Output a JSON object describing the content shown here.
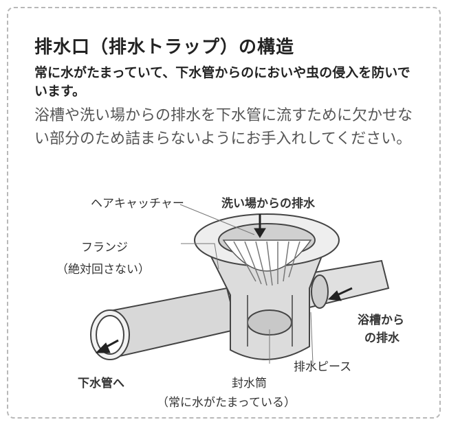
{
  "title": "排水口（排水トラップ）の構造",
  "lead": "常に水がたまっていて、下水管からのにおいや虫の侵入を防いでいます。",
  "body": "浴槽や洗い場からの排水を下水管に流すために欠かせない部分のため詰まらないようにお手入れしてください。",
  "diagram": {
    "labels": {
      "hair_catcher": "ヘアキャッチャー",
      "from_wash_area": "洗い場からの排水",
      "flange": "フランジ",
      "flange_note": "（絶対回さない）",
      "from_bathtub_1": "浴槽から",
      "from_bathtub_2": "の排水",
      "drain_piece": "排水ピース",
      "to_sewer": "下水管へ",
      "seal_cylinder": "封水筒",
      "seal_note": "（常に水がたまっている）"
    }
  }
}
